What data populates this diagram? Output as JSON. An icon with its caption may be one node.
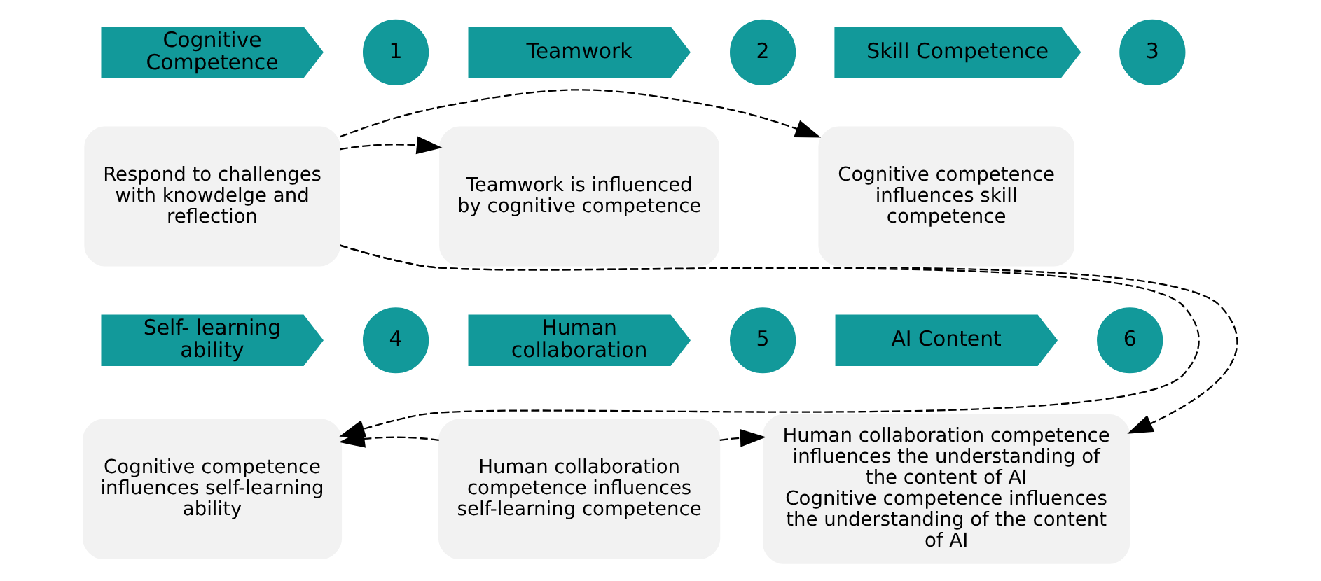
{
  "diagram": {
    "nodes": [
      {
        "text": [
          "Cognitive Competence"
        ]
      },
      {
        "text": [
          "1"
        ]
      },
      {
        "text": [
          "Teamwork"
        ]
      },
      {
        "text": [
          "2"
        ]
      },
      {
        "text": [
          "Skill Competence"
        ]
      },
      {
        "text": [
          "3"
        ]
      },
      {
        "text": [
          "Respond to challenges with knowdelge and reflection"
        ]
      },
      {
        "text": [
          "Teamwork is influenced by cognitive competence"
        ]
      },
      {
        "text": [
          "Cognitive competence influences skill competence"
        ]
      },
      {
        "text": [
          "Self- learning ability"
        ]
      },
      {
        "text": [
          "4"
        ]
      },
      {
        "text": [
          "Human collaboration"
        ]
      },
      {
        "text": [
          "5"
        ]
      },
      {
        "text": [
          "AI Content"
        ]
      },
      {
        "text": [
          "6"
        ]
      },
      {
        "text": [
          "Cognitive competence influences self-learning ability"
        ]
      },
      {
        "text": [
          "Human collaboration competence influences self-learning competence"
        ]
      },
      {
        "text": [
          "Human collaboration competence influences the understanding of the content of AI",
          "Cognitive competence influences the understanding of the content of AI"
        ]
      }
    ],
    "edges": [
      {
        "from": 6,
        "to": 8,
        "arrow": "to",
        "style": "dashed"
      },
      {
        "from": 6,
        "to": 7,
        "arrow": "to",
        "style": "dashed"
      },
      {
        "from": 6,
        "to": 15,
        "arrow": "to",
        "style": "dashed"
      },
      {
        "from": 16,
        "to": 15,
        "arrow": "to",
        "style": "dashed"
      },
      {
        "from": 16,
        "to": 17,
        "arrow": "to",
        "style": "dashed"
      },
      {
        "from": 6,
        "to": 17,
        "arrow": "to",
        "style": "dashed"
      }
    ]
  }
}
